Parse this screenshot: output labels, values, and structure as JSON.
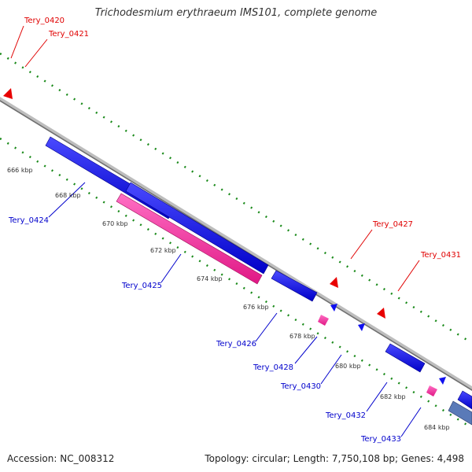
{
  "header": {
    "title": "Trichodesmium erythraeum IMS101, complete genome"
  },
  "footer": {
    "accession": "Accession: NC_008312",
    "summary": "Topology: circular; Length: 7,750,108 bp; Genes: 4,498"
  },
  "colors": {
    "backbone": "#8c8c8c",
    "forward_cds": "#ff0000",
    "reverse_cds": "#0000ff",
    "rna": "#ff2aa0",
    "tick": "#1a8a1a",
    "label_forward": "#e00000",
    "label_reverse": "#0000cc"
  },
  "scale": {
    "unit": "kbp",
    "ticks": [
      "666 kbp",
      "668 kbp",
      "670 kbp",
      "672 kbp",
      "674 kbp",
      "676 kbp",
      "678 kbp",
      "680 kbp",
      "682 kbp",
      "684 kbp"
    ]
  },
  "genes": [
    {
      "id": "Tery_0420",
      "strand": "forward"
    },
    {
      "id": "Tery_0421",
      "strand": "forward"
    },
    {
      "id": "Tery_0424",
      "strand": "reverse"
    },
    {
      "id": "Tery_0425",
      "strand": "reverse"
    },
    {
      "id": "Tery_0426",
      "strand": "reverse"
    },
    {
      "id": "Tery_0427",
      "strand": "forward"
    },
    {
      "id": "Tery_0428",
      "strand": "reverse"
    },
    {
      "id": "Tery_0430",
      "strand": "reverse"
    },
    {
      "id": "Tery_0431",
      "strand": "forward"
    },
    {
      "id": "Tery_0432",
      "strand": "reverse"
    },
    {
      "id": "Tery_0433",
      "strand": "reverse"
    }
  ]
}
